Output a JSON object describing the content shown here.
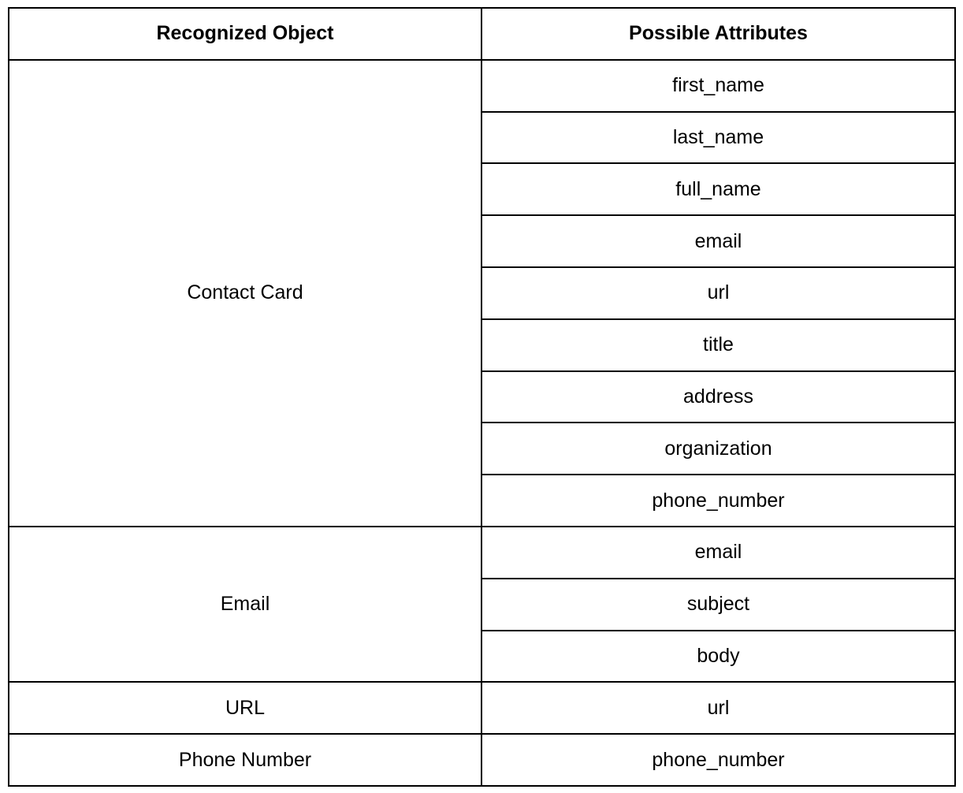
{
  "headers": [
    "Recognized Object",
    "Possible Attributes"
  ],
  "groups": [
    {
      "object": "Contact Card",
      "attributes": [
        "first_name",
        "last_name",
        "full_name",
        "email",
        "url",
        "title",
        "address",
        "organization",
        "phone_number"
      ]
    },
    {
      "object": "Email",
      "attributes": [
        "email",
        "subject",
        "body"
      ]
    },
    {
      "object": "URL",
      "attributes": [
        "url"
      ]
    },
    {
      "object": "Phone Number",
      "attributes": [
        "phone_number"
      ]
    }
  ]
}
